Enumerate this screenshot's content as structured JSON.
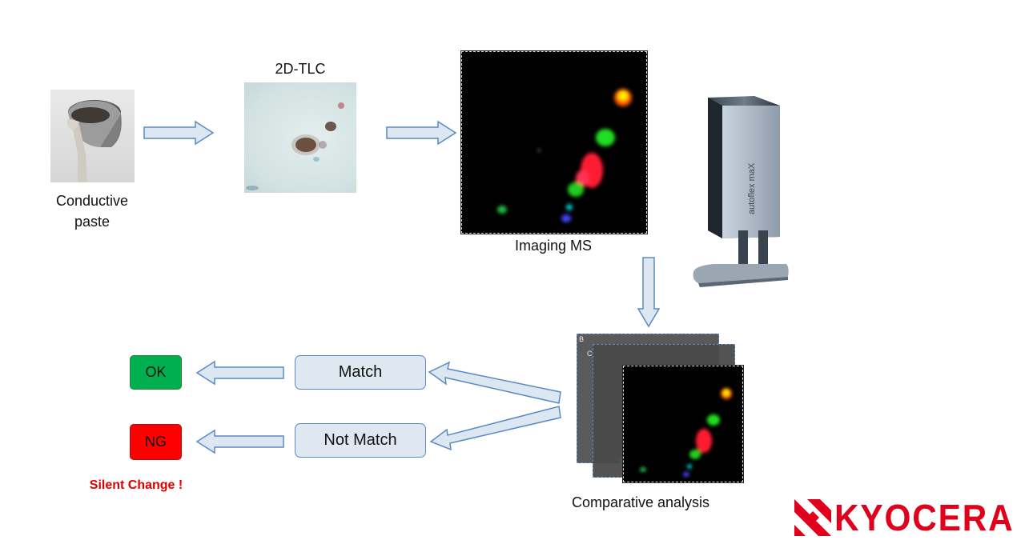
{
  "labels": {
    "paste_line1": "Conductive",
    "paste_line2": "paste",
    "tlc": "2D-TLC",
    "imaging_ms": "Imaging MS",
    "comparative": "Comparative analysis",
    "instrument_text": "autoflex maX",
    "stack_b": "B",
    "stack_c": "C"
  },
  "results": {
    "ok": "OK",
    "ng": "NG",
    "match": "Match",
    "not_match": "Not Match",
    "silent_change": "Silent Change !"
  },
  "logo": {
    "text": "KYOCERA",
    "icon": "kyocera-logo-icon"
  },
  "colors": {
    "arrow_fill": "#dce7f1",
    "arrow_stroke": "#5a8ac4",
    "ok": "#00b050",
    "ng": "#ff0000",
    "silent": "#e00000",
    "brand": "#e0001b"
  }
}
